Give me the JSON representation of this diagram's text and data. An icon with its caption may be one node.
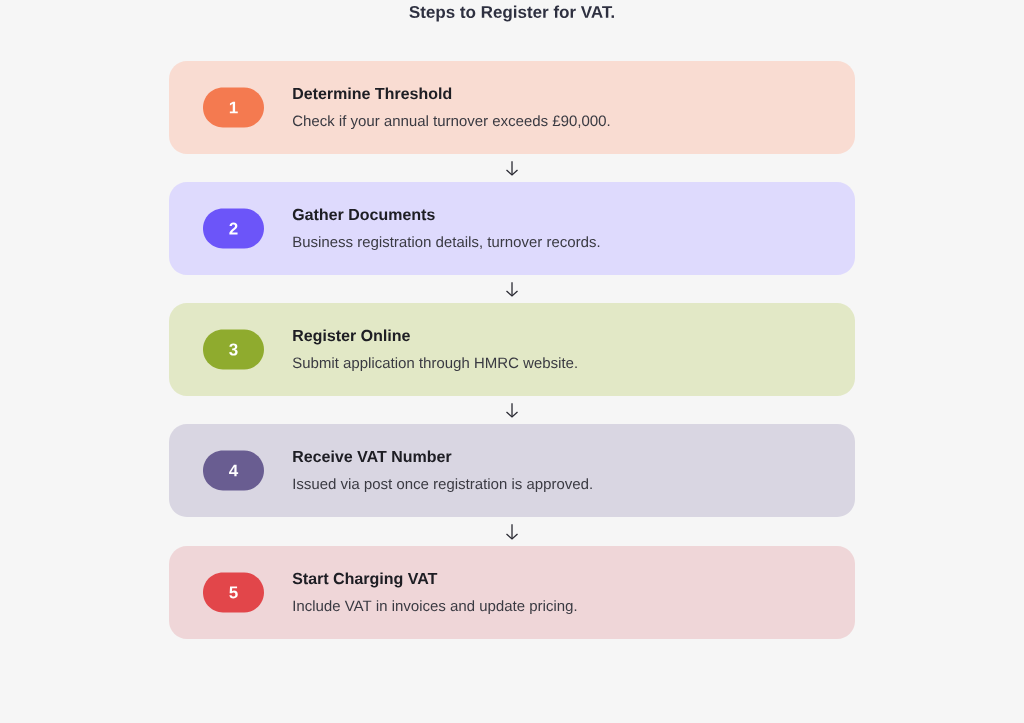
{
  "diagram": {
    "title": "Steps to Register for VAT.",
    "nodes": [
      {
        "text": [
          "Determine Threshold",
          "Check if your annual turnover exceeds £90,000."
        ]
      },
      {
        "text": [
          "1"
        ],
        "in": 0
      },
      {
        "text": [
          "Gather Documents",
          "Business registration details, turnover records."
        ]
      },
      {
        "text": [
          "2"
        ],
        "in": 2
      },
      {
        "text": [
          "Register Online",
          "Submit application through HMRC website."
        ]
      },
      {
        "text": [
          "3"
        ],
        "in": 4
      },
      {
        "text": [
          "Receive VAT Number",
          "Issued via post once registration is approved."
        ]
      },
      {
        "text": [
          "4"
        ],
        "in": 6
      },
      {
        "text": [
          "Start Charging VAT",
          "Include VAT in invoices and update pricing."
        ]
      },
      {
        "text": [
          "5"
        ],
        "in": 8
      }
    ],
    "edges": [
      {
        "from": 0,
        "to": 2,
        "arrow": "to"
      },
      {
        "from": 2,
        "to": 4,
        "arrow": "to"
      },
      {
        "from": 4,
        "to": 6,
        "arrow": "to"
      },
      {
        "from": 6,
        "to": 8,
        "arrow": "to"
      }
    ]
  }
}
